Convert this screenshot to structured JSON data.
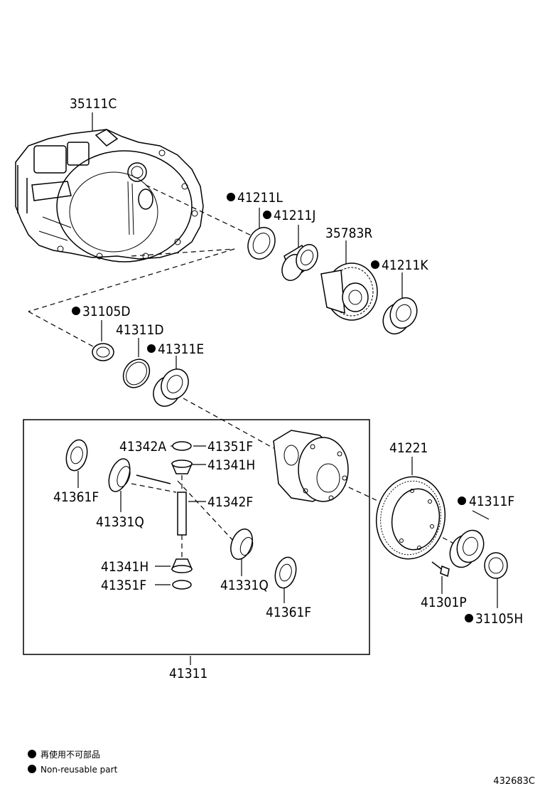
{
  "labels": {
    "l_35111C": "35111C",
    "l_41211L": "41211L",
    "l_41211J": "41211J",
    "l_35783R": "35783R",
    "l_41211K": "41211K",
    "l_31105D": "31105D",
    "l_41311D": "41311D",
    "l_41311E": "41311E",
    "l_41342A": "41342A",
    "l_41351F_top": "41351F",
    "l_41341H_top": "41341H",
    "l_41342F": "41342F",
    "l_41361F_left": "41361F",
    "l_41331Q_left": "41331Q",
    "l_41341H_bottom": "41341H",
    "l_41351F_bottom": "41351F",
    "l_41331Q_bottom": "41331Q",
    "l_41361F_bottom": "41361F",
    "l_41221": "41221",
    "l_41311F": "41311F",
    "l_41301P": "41301P",
    "l_31105H": "31105H",
    "l_41311": "41311"
  },
  "legend": {
    "line1": "再使用不可部品",
    "line2": "Non-reusable part"
  },
  "reference": "432683C"
}
